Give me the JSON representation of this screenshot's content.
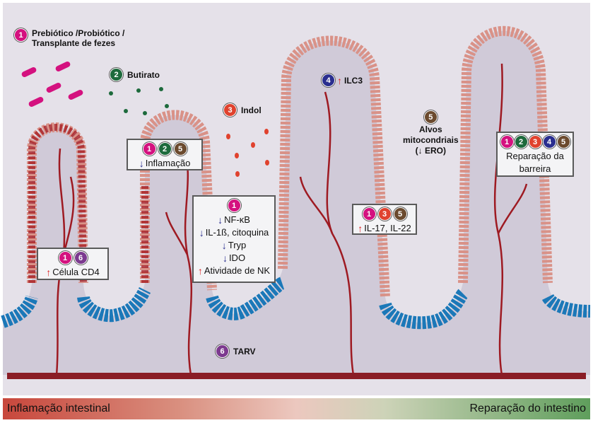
{
  "colors": {
    "n1": "#d4117f",
    "n2": "#1d6a3c",
    "n3": "#e0422e",
    "n4": "#2a2e8f",
    "n5": "#6b4a2e",
    "n6": "#7c3a8f"
  },
  "legend": {
    "item1": {
      "num": "1",
      "line1": "Prebiótico /Probiótico /",
      "line2": "Transplante de fezes"
    },
    "item2": {
      "num": "2",
      "label": "Butirato"
    },
    "item3": {
      "num": "3",
      "label": "Indol"
    },
    "item5": {
      "num": "5",
      "line1": "Alvos",
      "line2": "mitocondriais",
      "line3": "(↓ ERO)"
    },
    "item6": {
      "num": "6",
      "label": "TARV"
    }
  },
  "boxes": {
    "inflamacao": {
      "nums": [
        "1",
        "2",
        "5"
      ],
      "arrow": "↓",
      "text": "Inflamação"
    },
    "cd4": {
      "nums": [
        "1",
        "6"
      ],
      "arrow": "↑",
      "text": "Célula CD4"
    },
    "nfkb": {
      "nums": [
        "1"
      ],
      "lines": [
        {
          "arrow": "↓",
          "text": "NF-κB"
        },
        {
          "arrow": "↓",
          "text": "IL-1ß, citoquina"
        },
        {
          "arrow": "↓",
          "text": "Tryp"
        },
        {
          "arrow": "↓",
          "text": "IDO"
        },
        {
          "arrow": "↑",
          "text": "Atividade de NK"
        }
      ]
    },
    "il17": {
      "nums": [
        "1",
        "3",
        "5"
      ],
      "arrow": "↑",
      "text": "IL-17, IL-22"
    },
    "ilc3": {
      "num": "4",
      "arrow": "↑",
      "text": "ILC3"
    },
    "barreira": {
      "nums": [
        "1",
        "2",
        "3",
        "4",
        "5"
      ],
      "line1": "Reparação da",
      "line2": "barreira"
    }
  },
  "gradient_bar": {
    "left": "Inflamação intestinal",
    "right": "Reparação do intestino"
  }
}
